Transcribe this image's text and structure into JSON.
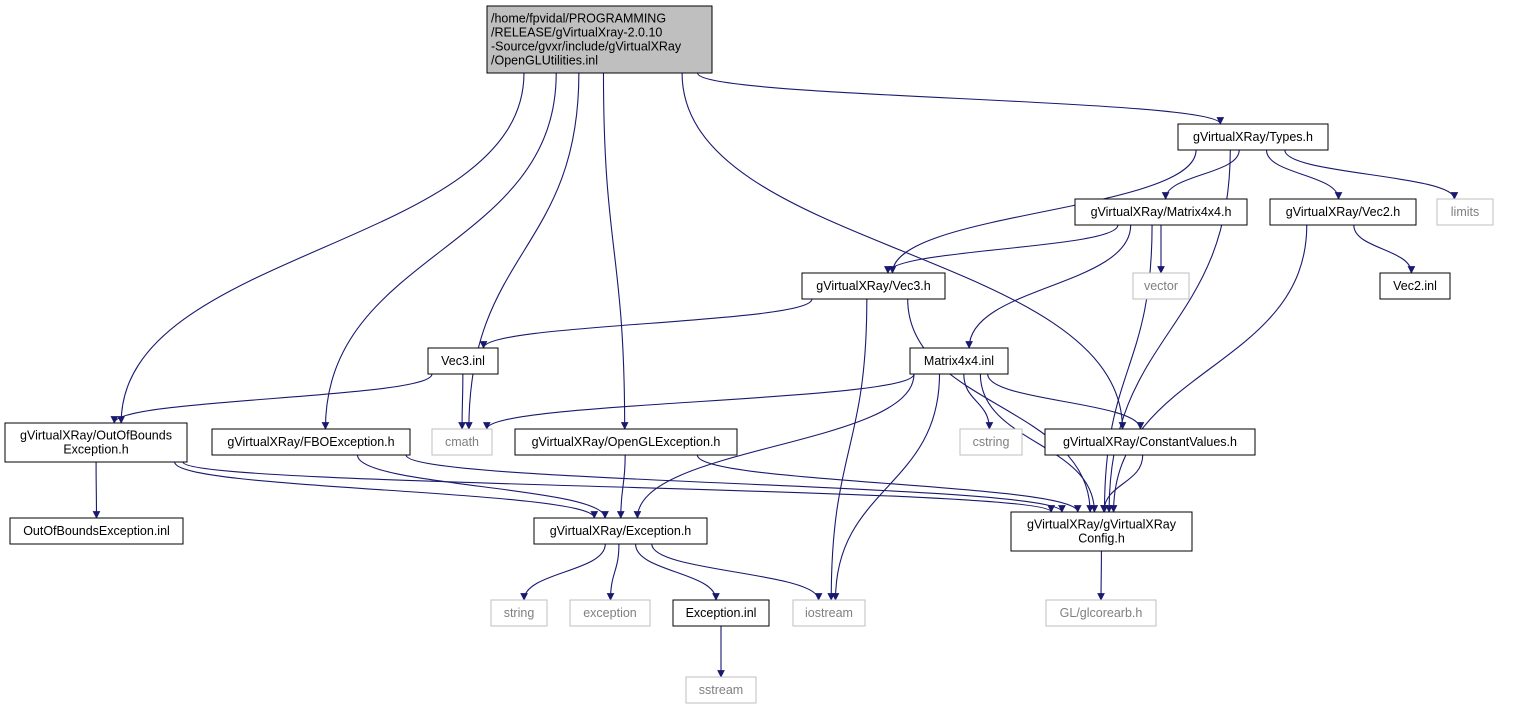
{
  "colors": {
    "edge": "#191970",
    "node_border": "#000000",
    "external_border": "#bfbfbf",
    "root_fill": "#bfbfbf",
    "external_text": "#7f7f7f",
    "node_text": "#000000"
  },
  "nodes": [
    {
      "id": "root",
      "kind": "root",
      "lines": [
        "/home/fpvidal/PROGRAMMING",
        "/RELEASE/gVirtualXray-2.0.10",
        "-Source/gvxr/include/gVirtualXRay",
        "/OpenGLUtilities.inl"
      ]
    },
    {
      "id": "types_h",
      "kind": "file",
      "lines": [
        "gVirtualXRay/Types.h"
      ]
    },
    {
      "id": "matrix4x4_h",
      "kind": "file",
      "lines": [
        "gVirtualXRay/Matrix4x4.h"
      ]
    },
    {
      "id": "vec2_h",
      "kind": "file",
      "lines": [
        "gVirtualXRay/Vec2.h"
      ]
    },
    {
      "id": "limits",
      "kind": "external",
      "lines": [
        "limits"
      ]
    },
    {
      "id": "vec3_h",
      "kind": "file",
      "lines": [
        "gVirtualXRay/Vec3.h"
      ]
    },
    {
      "id": "vector",
      "kind": "external",
      "lines": [
        "vector"
      ]
    },
    {
      "id": "vec2_inl",
      "kind": "file",
      "lines": [
        "Vec2.inl"
      ]
    },
    {
      "id": "vec3_inl",
      "kind": "file",
      "lines": [
        "Vec3.inl"
      ]
    },
    {
      "id": "matrix4x4_inl",
      "kind": "file",
      "lines": [
        "Matrix4x4.inl"
      ]
    },
    {
      "id": "outofbounds_h",
      "kind": "file",
      "lines": [
        "gVirtualXRay/OutOfBounds",
        "Exception.h"
      ]
    },
    {
      "id": "fboexception_h",
      "kind": "file",
      "lines": [
        "gVirtualXRay/FBOException.h"
      ]
    },
    {
      "id": "cmath",
      "kind": "external",
      "lines": [
        "cmath"
      ]
    },
    {
      "id": "openglexception_h",
      "kind": "file",
      "lines": [
        "gVirtualXRay/OpenGLException.h"
      ]
    },
    {
      "id": "cstring",
      "kind": "external",
      "lines": [
        "cstring"
      ]
    },
    {
      "id": "constantvalues_h",
      "kind": "file",
      "lines": [
        "gVirtualXRay/ConstantValues.h"
      ]
    },
    {
      "id": "outofbounds_inl",
      "kind": "file",
      "lines": [
        "OutOfBoundsException.inl"
      ]
    },
    {
      "id": "exception_h",
      "kind": "file",
      "lines": [
        "gVirtualXRay/Exception.h"
      ]
    },
    {
      "id": "config_h",
      "kind": "file",
      "lines": [
        "gVirtualXRay/gVirtualXRay",
        "Config.h"
      ]
    },
    {
      "id": "string",
      "kind": "external",
      "lines": [
        "string"
      ]
    },
    {
      "id": "exception",
      "kind": "external",
      "lines": [
        "exception"
      ]
    },
    {
      "id": "exception_inl",
      "kind": "file",
      "lines": [
        "Exception.inl"
      ]
    },
    {
      "id": "iostream",
      "kind": "external",
      "lines": [
        "iostream"
      ]
    },
    {
      "id": "glcorearb_h",
      "kind": "external",
      "lines": [
        "GL/glcorearb.h"
      ]
    },
    {
      "id": "sstream",
      "kind": "external",
      "lines": [
        "sstream"
      ]
    }
  ],
  "edges": [
    [
      "root",
      "types_h"
    ],
    [
      "root",
      "outofbounds_h"
    ],
    [
      "root",
      "fboexception_h"
    ],
    [
      "root",
      "cmath"
    ],
    [
      "root",
      "openglexception_h"
    ],
    [
      "root",
      "constantvalues_h"
    ],
    [
      "types_h",
      "vec3_h"
    ],
    [
      "types_h",
      "matrix4x4_h"
    ],
    [
      "types_h",
      "vec2_h"
    ],
    [
      "types_h",
      "limits"
    ],
    [
      "types_h",
      "config_h"
    ],
    [
      "matrix4x4_h",
      "vec3_h"
    ],
    [
      "matrix4x4_h",
      "vector"
    ],
    [
      "matrix4x4_h",
      "matrix4x4_inl"
    ],
    [
      "matrix4x4_h",
      "config_h"
    ],
    [
      "vec2_h",
      "vec2_inl"
    ],
    [
      "vec2_h",
      "config_h"
    ],
    [
      "vec3_h",
      "vec3_inl"
    ],
    [
      "vec3_h",
      "iostream"
    ],
    [
      "vec3_h",
      "config_h"
    ],
    [
      "vec3_inl",
      "outofbounds_h"
    ],
    [
      "vec3_inl",
      "cmath"
    ],
    [
      "matrix4x4_inl",
      "cmath"
    ],
    [
      "matrix4x4_inl",
      "exception_h"
    ],
    [
      "matrix4x4_inl",
      "cstring"
    ],
    [
      "matrix4x4_inl",
      "constantvalues_h"
    ],
    [
      "matrix4x4_inl",
      "iostream"
    ],
    [
      "matrix4x4_inl",
      "config_h"
    ],
    [
      "outofbounds_h",
      "outofbounds_inl"
    ],
    [
      "outofbounds_h",
      "exception_h"
    ],
    [
      "outofbounds_h",
      "config_h"
    ],
    [
      "fboexception_h",
      "exception_h"
    ],
    [
      "fboexception_h",
      "config_h"
    ],
    [
      "openglexception_h",
      "exception_h"
    ],
    [
      "openglexception_h",
      "config_h"
    ],
    [
      "constantvalues_h",
      "config_h"
    ],
    [
      "exception_h",
      "string"
    ],
    [
      "exception_h",
      "exception"
    ],
    [
      "exception_h",
      "exception_inl"
    ],
    [
      "exception_h",
      "iostream"
    ],
    [
      "exception_inl",
      "sstream"
    ],
    [
      "config_h",
      "glcorearb_h"
    ]
  ]
}
